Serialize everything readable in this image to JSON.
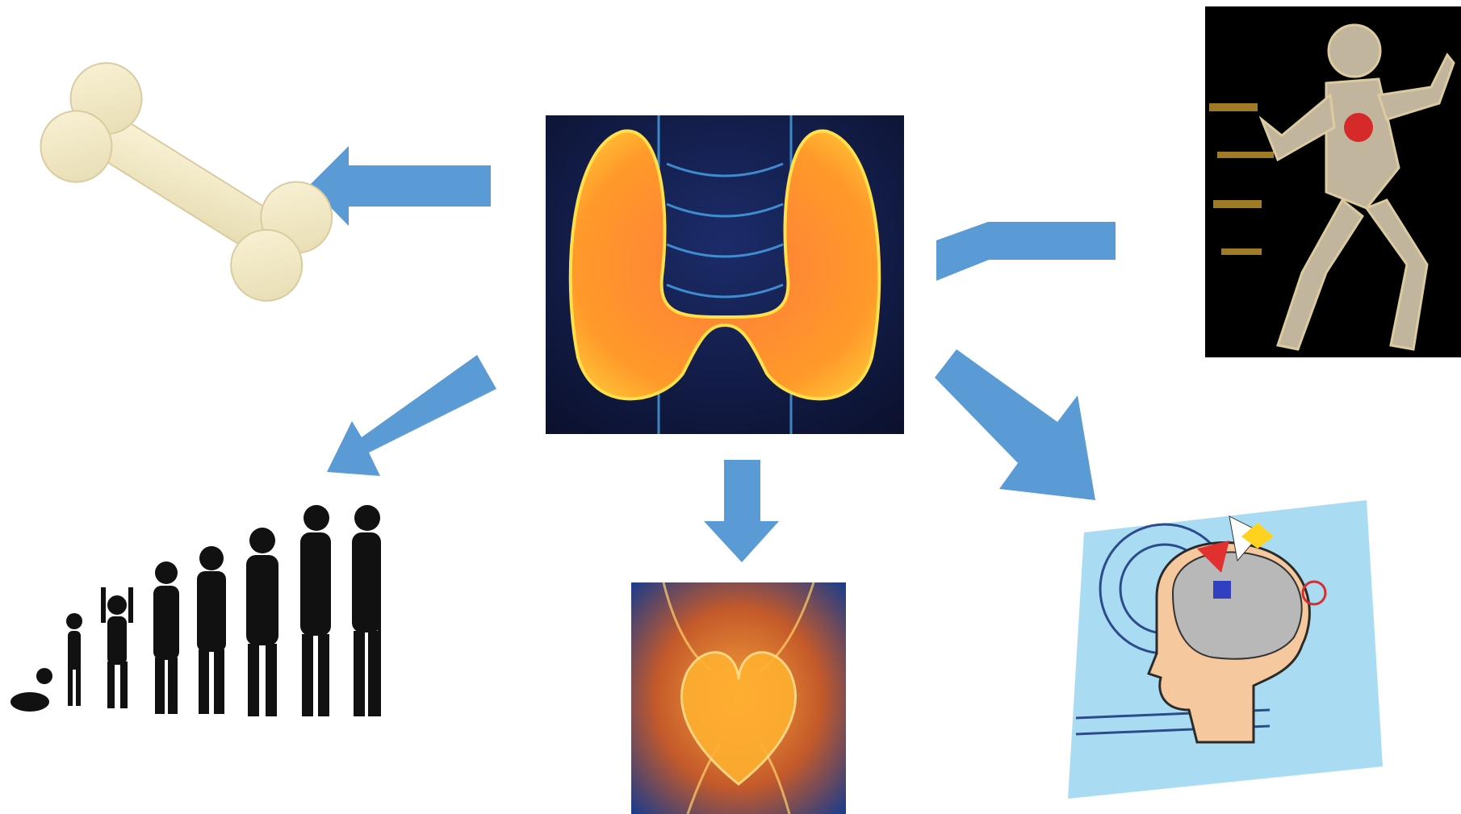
{
  "slide": {
    "title_fragment": "",
    "center_image": "thyroid-gland-image",
    "arrow_color": "#5b9bd5",
    "effects": [
      {
        "name": "bone",
        "icon": "bone-icon"
      },
      {
        "name": "growth-and-development",
        "icon": "human-growth-stages-icon"
      },
      {
        "name": "heart",
        "icon": "heart-icon"
      },
      {
        "name": "brain-and-cognition",
        "icon": "brain-head-icon"
      },
      {
        "name": "metabolism-and-muscle",
        "icon": "running-man-icon"
      }
    ]
  }
}
